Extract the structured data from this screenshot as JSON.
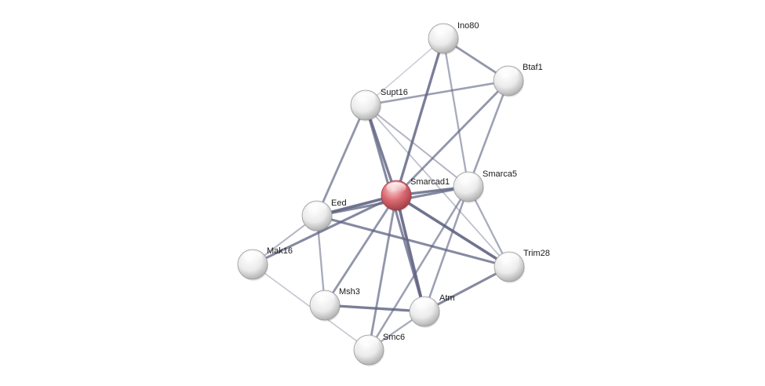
{
  "diagram": {
    "type": "protein-interaction-network",
    "query_node": "Smarcad1",
    "colors": {
      "query_node": "#d9626b",
      "node": "#e6e6e6",
      "edge": "#5f6482"
    },
    "nodes": [
      {
        "id": "Ino80",
        "label": "Ino80"
      },
      {
        "id": "Btaf1",
        "label": "Btaf1"
      },
      {
        "id": "Supt16",
        "label": "Supt16"
      },
      {
        "id": "Smarcad1",
        "label": "Smarcad1"
      },
      {
        "id": "Smarca5",
        "label": "Smarca5"
      },
      {
        "id": "Eed",
        "label": "Eed"
      },
      {
        "id": "Mak16",
        "label": "Mak16"
      },
      {
        "id": "Trim28",
        "label": "Trim28"
      },
      {
        "id": "Msh3",
        "label": "Msh3"
      },
      {
        "id": "Atm",
        "label": "Atm"
      },
      {
        "id": "Smc6",
        "label": "Smc6"
      }
    ],
    "edges": [
      {
        "source": "Supt16",
        "target": "Ino80",
        "confidence": 0.2
      },
      {
        "source": "Smarcad1",
        "target": "Ino80",
        "confidence": 0.9
      },
      {
        "source": "Smarca5",
        "target": "Ino80",
        "confidence": 0.5
      },
      {
        "source": "Ino80",
        "target": "Btaf1",
        "confidence": 0.7
      },
      {
        "source": "Supt16",
        "target": "Btaf1",
        "confidence": 0.6
      },
      {
        "source": "Smarcad1",
        "target": "Btaf1",
        "confidence": 0.7
      },
      {
        "source": "Smarca5",
        "target": "Btaf1",
        "confidence": 0.6
      },
      {
        "source": "Supt16",
        "target": "Smarcad1",
        "confidence": 0.9
      },
      {
        "source": "Supt16",
        "target": "Eed",
        "confidence": 0.7
      },
      {
        "source": "Supt16",
        "target": "Smarca5",
        "confidence": 0.4
      },
      {
        "source": "Supt16",
        "target": "Trim28",
        "confidence": 0.3
      },
      {
        "source": "Supt16",
        "target": "Atm",
        "confidence": 0.8
      },
      {
        "source": "Smarcad1",
        "target": "Smarca5",
        "confidence": 0.9
      },
      {
        "source": "Smarcad1",
        "target": "Eed",
        "confidence": 1.0
      },
      {
        "source": "Smarcad1",
        "target": "Mak16",
        "confidence": 0.8
      },
      {
        "source": "Smarcad1",
        "target": "Trim28",
        "confidence": 1.0
      },
      {
        "source": "Smarcad1",
        "target": "Msh3",
        "confidence": 0.7
      },
      {
        "source": "Smarcad1",
        "target": "Atm",
        "confidence": 1.0
      },
      {
        "source": "Smarcad1",
        "target": "Smc6",
        "confidence": 0.7
      },
      {
        "source": "Eed",
        "target": "Smarca5",
        "confidence": 0.8
      },
      {
        "source": "Eed",
        "target": "Mak16",
        "confidence": 0.4
      },
      {
        "source": "Eed",
        "target": "Trim28",
        "confidence": 0.8
      },
      {
        "source": "Eed",
        "target": "Msh3",
        "confidence": 0.5
      },
      {
        "source": "Smarca5",
        "target": "Trim28",
        "confidence": 0.5
      },
      {
        "source": "Smarca5",
        "target": "Atm",
        "confidence": 0.6
      },
      {
        "source": "Smarca5",
        "target": "Smc6",
        "confidence": 0.6
      },
      {
        "source": "Mak16",
        "target": "Smc6",
        "confidence": 0.25
      },
      {
        "source": "Msh3",
        "target": "Atm",
        "confidence": 0.9
      },
      {
        "source": "Atm",
        "target": "Trim28",
        "confidence": 0.8
      },
      {
        "source": "Atm",
        "target": "Smc6",
        "confidence": 0.5
      }
    ]
  }
}
